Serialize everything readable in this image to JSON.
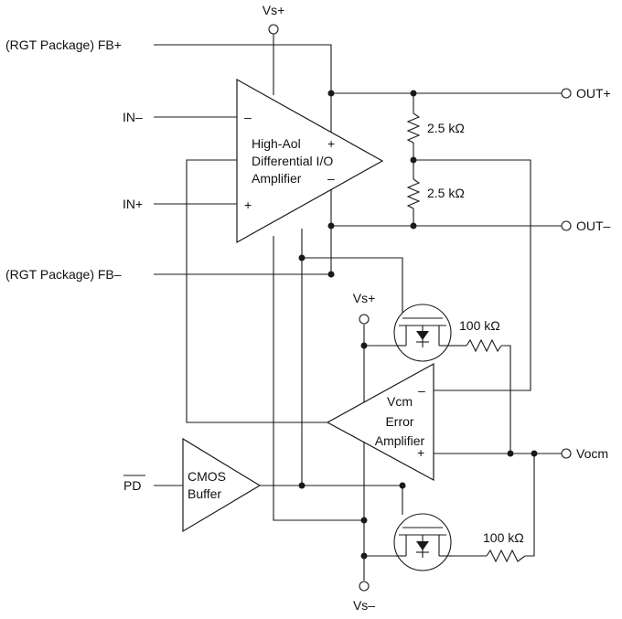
{
  "labels": {
    "vs_plus_top": "Vs+",
    "fb_plus": "(RGT Package)  FB+",
    "in_minus": "IN–",
    "in_plus": "IN+",
    "fb_minus": "(RGT Package)  FB–",
    "pd": "PD",
    "out_plus": "OUT+",
    "out_minus": "OUT–",
    "vocm": "Vocm",
    "vs_plus_mid": "Vs+",
    "vs_minus": "Vs–"
  },
  "main_amp": {
    "line1": "High-Aol",
    "line2": "Differential I/O",
    "line3": "Amplifier",
    "in_minus_sign": "–",
    "in_plus_sign": "+",
    "out_plus_sign": "+",
    "out_minus_sign": "–"
  },
  "error_amp": {
    "line1": "Vcm",
    "line2": "Error",
    "line3": "Amplifier",
    "minus_sign": "–",
    "plus_sign": "+"
  },
  "cmos_buffer": {
    "line1": "CMOS",
    "line2": "Buffer"
  },
  "resistors": {
    "r_top": "2.5 kΩ",
    "r_bottom": "2.5 kΩ",
    "r_pmos": "100 kΩ",
    "r_nmos": "100 kΩ"
  }
}
